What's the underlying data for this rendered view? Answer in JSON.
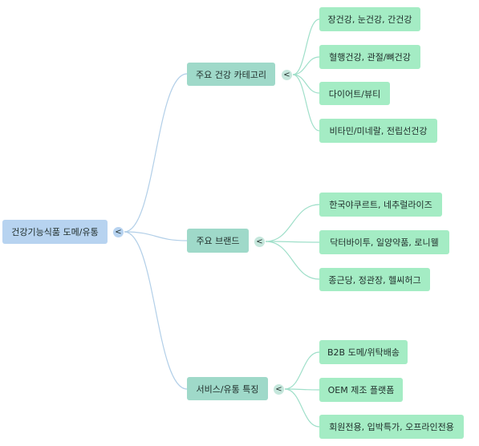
{
  "colors": {
    "root_fill": "#b7d3f0",
    "branch_fill": "#9fd9c9",
    "leaf_fill": "#a4ecc4",
    "root_edge": "#b2cfe8",
    "branch_edge": "#9fdfc9"
  },
  "toggle_icon": "<",
  "root": {
    "label": "건강기능식품 도메/유통"
  },
  "branches": [
    {
      "label": "주요 건강 카테고리",
      "children": [
        "장건강, 눈건강, 간건강",
        "혈행건강, 관절/뼈건강",
        "다이어트/뷰티",
        "비타민/미네랄, 전립선건강"
      ]
    },
    {
      "label": "주요 브랜드",
      "children": [
        "한국야쿠르트, 네추럴라이즈",
        "닥터바이투, 일양약품, 로니웰",
        "종근당, 정관장, 헬씨허그"
      ]
    },
    {
      "label": "서비스/유통 특징",
      "children": [
        "B2B 도메/위탁배송",
        "OEM 제조 플랫폼",
        "회원전용, 입박특가, 오프라인전용"
      ]
    }
  ]
}
